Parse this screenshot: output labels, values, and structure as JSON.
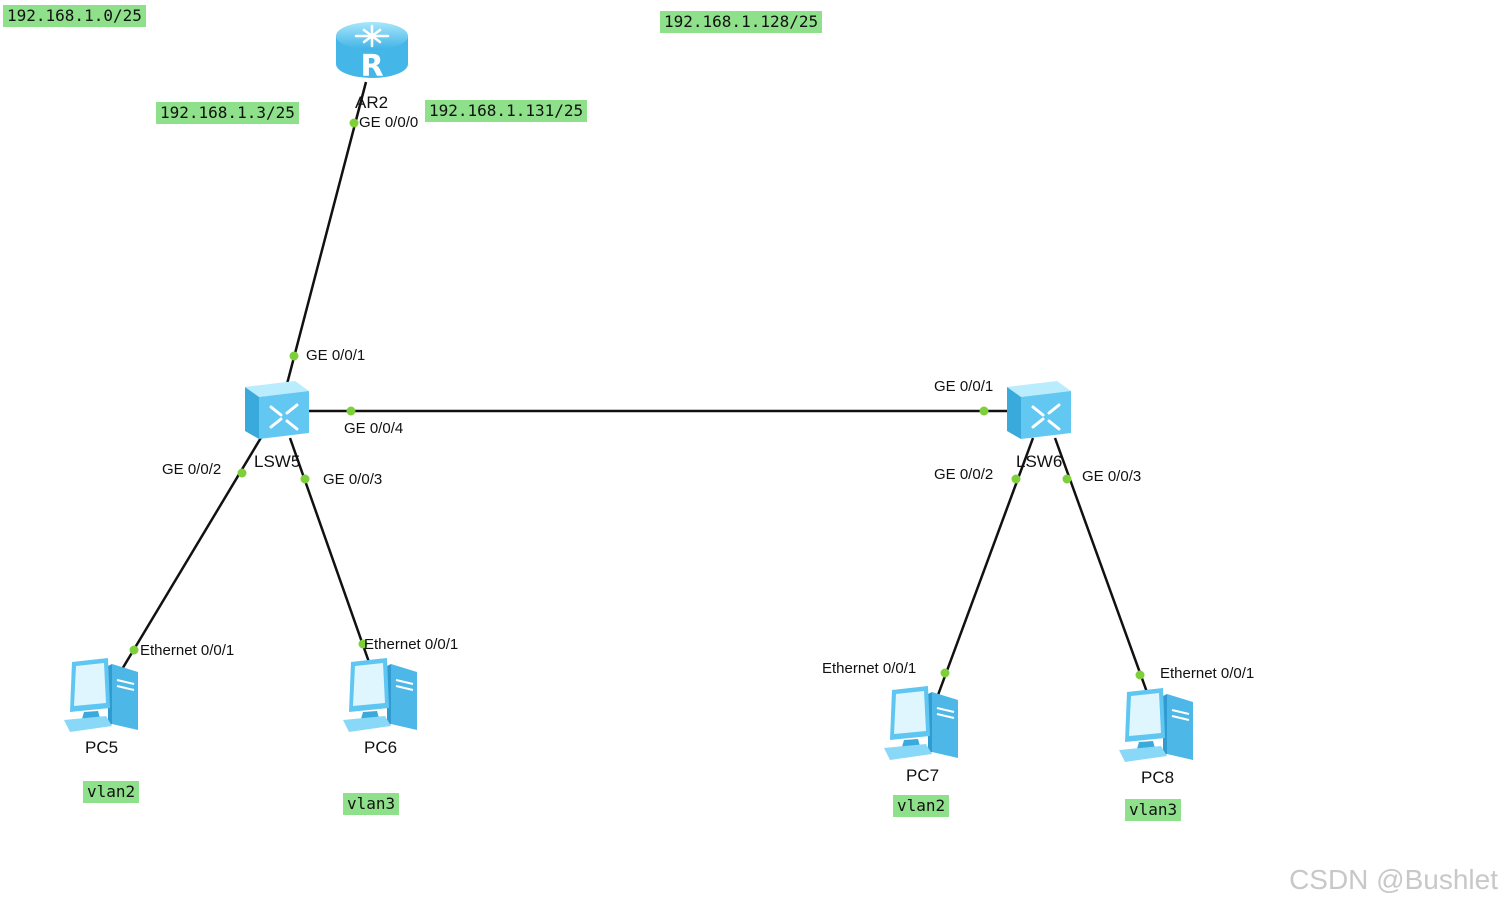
{
  "notes": {
    "subnet_left": "192.168.1.0/25",
    "subnet_right": "192.168.1.128/25",
    "router_ip_left": "192.168.1.3/25",
    "router_ip_right": "192.168.1.131/25",
    "pc5_vlan": "vlan2",
    "pc6_vlan": "vlan3",
    "pc7_vlan": "vlan2",
    "pc8_vlan": "vlan3"
  },
  "devices": {
    "router": "AR2",
    "switch_left": "LSW5",
    "switch_right": "LSW6",
    "pc5": "PC5",
    "pc6": "PC6",
    "pc7": "PC7",
    "pc8": "PC8"
  },
  "ports": {
    "ar2_ge000": "GE 0/0/0",
    "lsw5_ge001": "GE 0/0/1",
    "lsw5_ge004": "GE 0/0/4",
    "lsw5_ge002": "GE 0/0/2",
    "lsw5_ge003": "GE 0/0/3",
    "lsw6_ge001": "GE 0/0/1",
    "lsw6_ge002": "GE 0/0/2",
    "lsw6_ge003": "GE 0/0/3",
    "pc5_eth": "Ethernet 0/0/1",
    "pc6_eth": "Ethernet 0/0/1",
    "pc7_eth": "Ethernet 0/0/1",
    "pc8_eth": "Ethernet 0/0/1"
  },
  "colors": {
    "note_bg": "#8fe08a",
    "link": "#111111",
    "port_dot": "#7ed03a",
    "device_blue": "#5bc8f0"
  },
  "watermark": "CSDN @Bushlet"
}
